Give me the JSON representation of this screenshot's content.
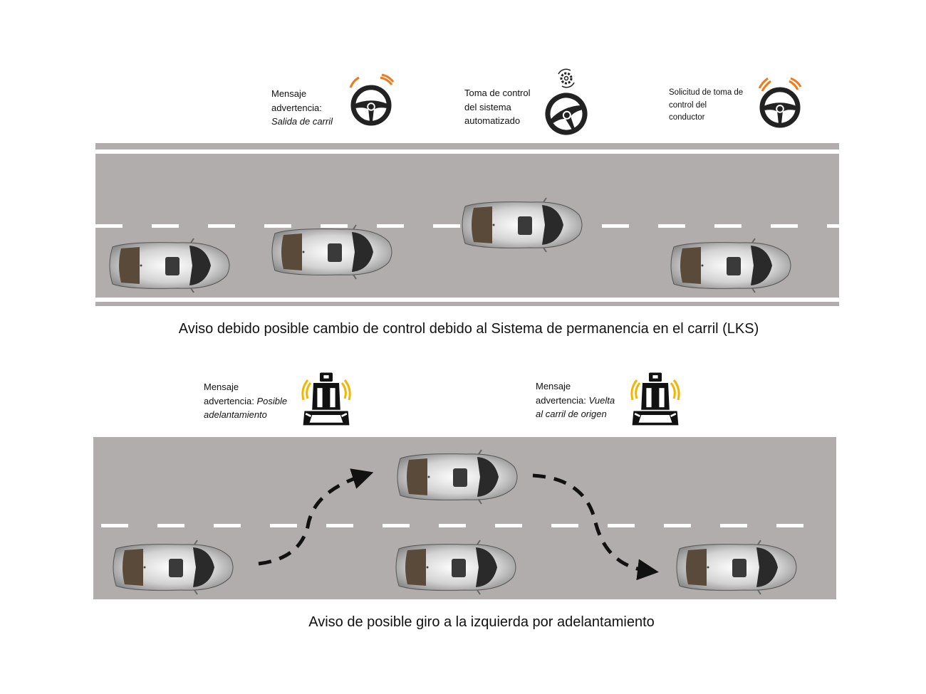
{
  "top_scenario": {
    "labels": [
      {
        "line1": "Mensaje",
        "line2": "advertencia:",
        "line3_italic": "Salida de carril",
        "icon": "steering-wheel-alert-icon"
      },
      {
        "line1": "Toma de control",
        "line2": "del sistema",
        "line3": "automatizado",
        "icon": "steering-wheel-automated-icon"
      },
      {
        "line1": "Solicitud de toma de",
        "line2": "control del",
        "line3": "conductor",
        "icon": "steering-wheel-alert-icon"
      }
    ],
    "caption": "Aviso debido posible cambio de control debido al Sistema de permanencia en el carril (LKS)"
  },
  "bottom_scenario": {
    "labels": [
      {
        "line1": "Mensaje",
        "line2": "advertencia: ",
        "line2_italic": "Posible",
        "line3_italic": "adelantamiento",
        "icon": "vibrating-seat-icon"
      },
      {
        "line1": "Mensaje",
        "line2": "advertencia: ",
        "line2_italic": "Vuelta",
        "line3_italic": "al carril  de origen",
        "icon": "vibrating-seat-icon"
      }
    ],
    "caption": "Aviso de posible giro a la izquierda por adelantamiento"
  },
  "colors": {
    "road": "#b1adac",
    "wheel_alert": "#f07b1e",
    "seat_alert": "#f5b400"
  }
}
